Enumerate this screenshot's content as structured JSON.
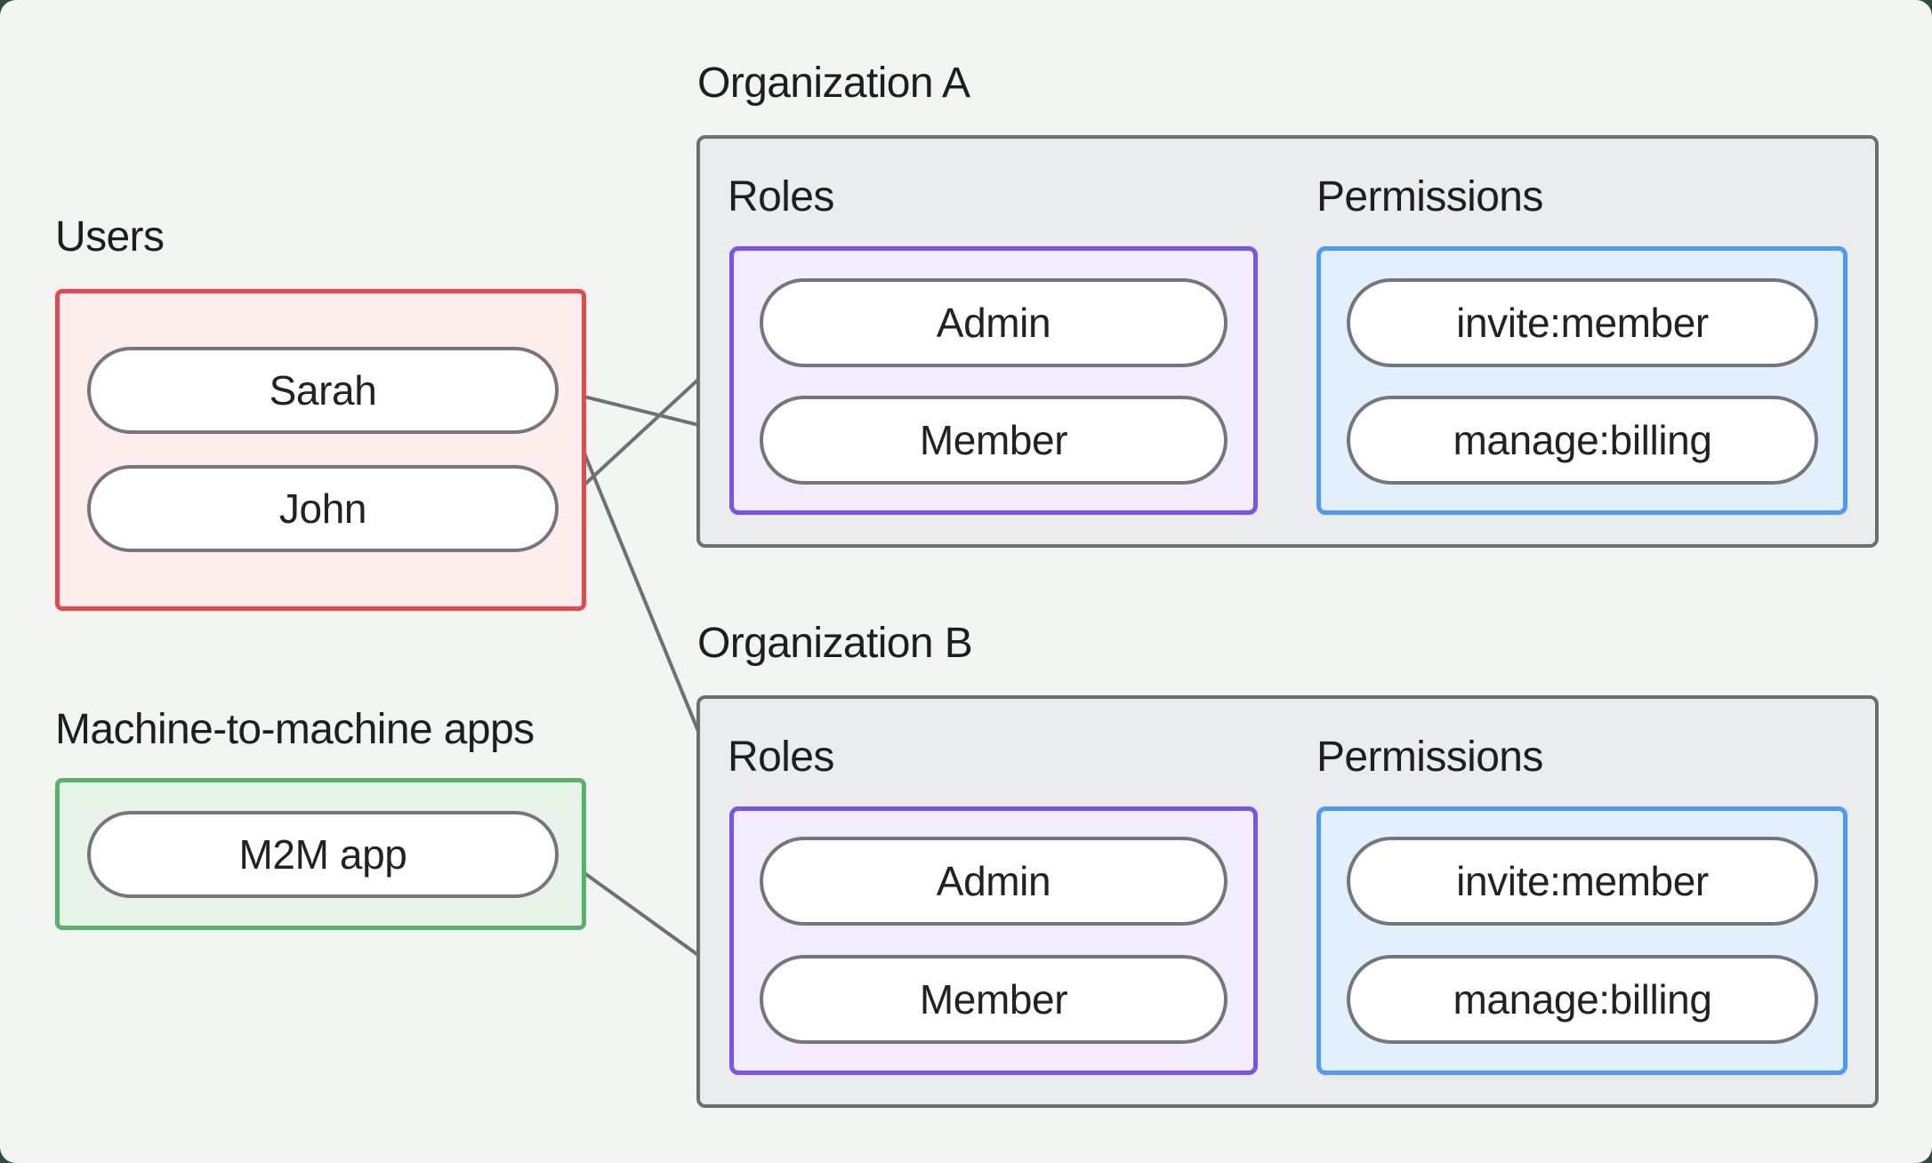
{
  "canvas": {
    "background_color": "#f3f5f3",
    "page_corner_color": "#2f4e3e"
  },
  "users_group": {
    "label": "Users",
    "border_color": "#e5484d",
    "fill_color": "#fdeded",
    "items": [
      "Sarah",
      "John"
    ]
  },
  "m2m_group": {
    "label": "Machine-to-machine apps",
    "border_color": "#58b368",
    "fill_color": "#e8f4e9",
    "items": [
      "M2M app"
    ]
  },
  "organizations": [
    {
      "title": "Organization A",
      "roles_label": "Roles",
      "permissions_label": "Permissions",
      "roles": [
        "Admin",
        "Member"
      ],
      "permissions": [
        "invite:member",
        "manage:billing"
      ]
    },
    {
      "title": "Organization B",
      "roles_label": "Roles",
      "permissions_label": "Permissions",
      "roles": [
        "Admin",
        "Member"
      ],
      "permissions": [
        "invite:member",
        "manage:billing"
      ]
    }
  ],
  "edges": [
    {
      "from": "Sarah",
      "to": "Organization A / Member"
    },
    {
      "from": "Sarah",
      "to": "Organization B / Admin"
    },
    {
      "from": "John",
      "to": "Organization A / Admin"
    },
    {
      "from": "M2M app",
      "to": "Organization B / Member"
    },
    {
      "from": "Organization A / Admin",
      "to": "Organization A / invite:member"
    },
    {
      "from": "Organization A / Admin",
      "to": "Organization A / manage:billing"
    },
    {
      "from": "Organization A / Member",
      "to": "Organization A / manage:billing"
    },
    {
      "from": "Organization B / Admin",
      "to": "Organization B / invite:member"
    },
    {
      "from": "Organization B / Admin",
      "to": "Organization B / manage:billing"
    },
    {
      "from": "Organization B / Member",
      "to": "Organization B / manage:billing"
    }
  ],
  "style_colors": {
    "roles_border": "#7a52ee",
    "roles_fill": "#f2ecfc",
    "permissions_border": "#4d9bf5",
    "permissions_fill": "#e2effd",
    "org_box_border": "#6d6e71",
    "org_box_fill": "#ebeced",
    "edge_gray": "#6f7074",
    "pill_border": "#75767b",
    "text": "#1d1e20"
  }
}
